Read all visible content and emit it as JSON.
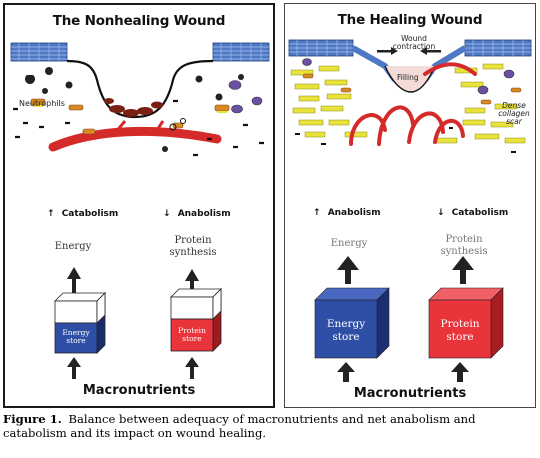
{
  "left_panel": {
    "title": "The Nonhealing Wound",
    "neutrophils_label": "Neutrophils",
    "catabolism_arrow": "↑",
    "catabolism_label": "Catabolism",
    "anabolism_arrow": "↓",
    "anabolism_label": "Anabolism",
    "energy_label": "Energy",
    "protein_synthesis_label": "Protein\nsynthesis",
    "energy_store_label": "Energy\nstore",
    "protein_store_label": "Protein\nstore",
    "macronutrients": "Macronutrients"
  },
  "right_panel": {
    "title": "The Healing Wound",
    "wound_contraction_label": "Wound\ncontraction",
    "filling_label": "Filling",
    "dense_collagen_label": "Dense\ncollagen\nscar",
    "anabolism_arrow": "↑",
    "anabolism_label": "Anabolism",
    "catabolism_arrow": "↓",
    "catabolism_label": "Catabolism",
    "energy_label": "Energy",
    "protein_synthesis_label": "Protein\nsynthesis",
    "energy_store_label": "Energy\nstore",
    "protein_store_label": "Protein\nstore",
    "macronutrients": "Macronutrients"
  },
  "caption": {
    "figure_label": "Figure 1.",
    "text": "Balance between adequacy of macronutrients and net anabolism and catabolism and its impact on wound healing."
  },
  "colors": {
    "energy_blue": "#2f4fa6",
    "protein_red": "#e8343a",
    "vessel_red": "#d42a2a",
    "collagen_yellow": "#e9e23a",
    "epithelium_blue": "#4f78c4"
  }
}
